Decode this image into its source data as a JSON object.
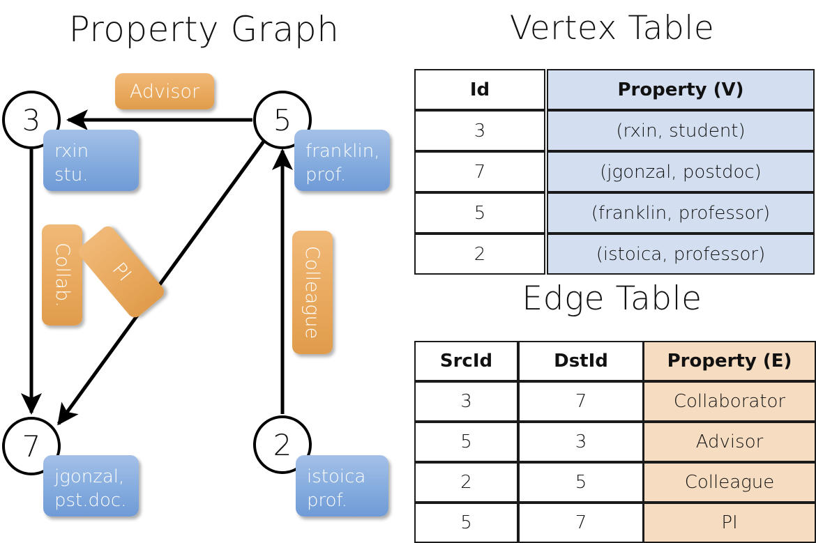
{
  "titles": {
    "property_graph": "Property Graph",
    "vertex_table": "Vertex Table",
    "edge_table": "Edge Table"
  },
  "colors": {
    "vertex_property_fill": "#d3dff1",
    "edge_property_fill": "#f6dcc1",
    "vertex_box_blue": "#8ab0e0",
    "edge_label_orange": "#e9a95e",
    "stroke": "#000000"
  },
  "graph": {
    "nodes": [
      {
        "id": "3",
        "label": "3",
        "property_text": "rxin\nstu."
      },
      {
        "id": "5",
        "label": "5",
        "property_text": "franklin,\nprof."
      },
      {
        "id": "7",
        "label": "7",
        "property_text": "jgonzal,\npst.doc."
      },
      {
        "id": "2",
        "label": "2",
        "property_text": "istoica\nprof."
      }
    ],
    "edge_labels": [
      {
        "name": "advisor",
        "text": "Advisor",
        "orientation": "horizontal"
      },
      {
        "name": "collab",
        "text": "Collab.",
        "orientation": "vertical"
      },
      {
        "name": "pi",
        "text": "PI",
        "orientation": "diagonal"
      },
      {
        "name": "colleague",
        "text": "Colleague",
        "orientation": "vertical"
      }
    ],
    "edges": [
      {
        "src": "5",
        "dst": "3",
        "label": "Advisor"
      },
      {
        "src": "3",
        "dst": "7",
        "label": "Collab."
      },
      {
        "src": "5",
        "dst": "7",
        "label": "PI"
      },
      {
        "src": "2",
        "dst": "5",
        "label": "Colleague"
      }
    ]
  },
  "vertex_table": {
    "headers": {
      "id": "Id",
      "property": "Property (V)"
    },
    "rows": [
      {
        "id": "3",
        "property": "(rxin, student)"
      },
      {
        "id": "7",
        "property": "(jgonzal, postdoc)"
      },
      {
        "id": "5",
        "property": "(franklin, professor)"
      },
      {
        "id": "2",
        "property": "(istoica, professor)"
      }
    ]
  },
  "edge_table": {
    "headers": {
      "src": "SrcId",
      "dst": "DstId",
      "property": "Property (E)"
    },
    "rows": [
      {
        "src": "3",
        "dst": "7",
        "property": "Collaborator"
      },
      {
        "src": "5",
        "dst": "3",
        "property": "Advisor"
      },
      {
        "src": "2",
        "dst": "5",
        "property": "Colleague"
      },
      {
        "src": "5",
        "dst": "7",
        "property": "PI"
      }
    ]
  }
}
